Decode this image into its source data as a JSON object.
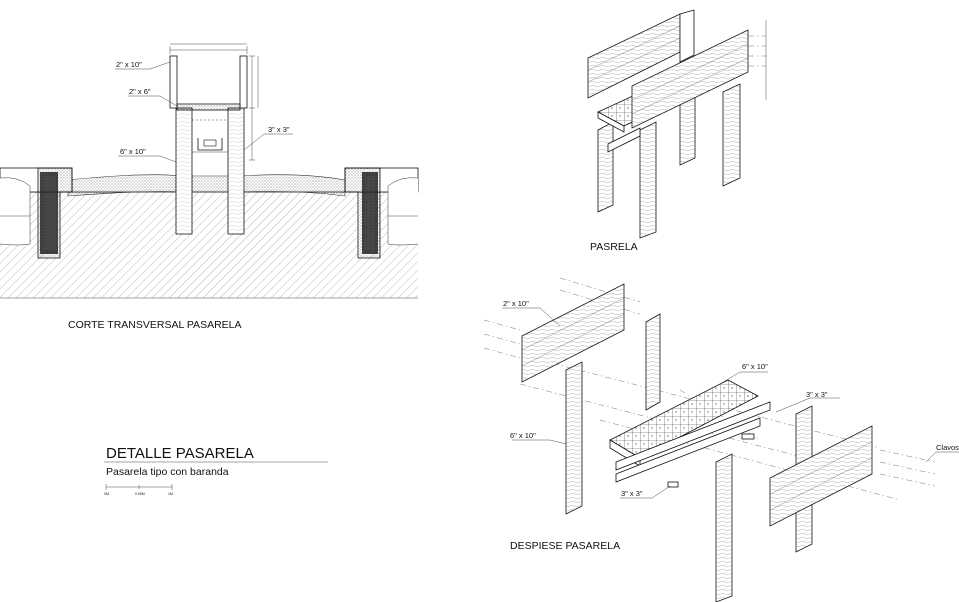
{
  "drawing": {
    "title": "DETALLE PASARELA",
    "subtitle": "Pasarela tipo con baranda",
    "scale_marks": [
      "0M.",
      "0.05M.",
      "1M."
    ]
  },
  "views": {
    "section": {
      "caption": "CORTE TRANSVERSAL PASARELA",
      "labels": [
        "2\" x 10\"",
        "2\" x 6\"",
        "6\" x 10\"",
        "3\" x 3\""
      ]
    },
    "isometric": {
      "caption": "PASRELA"
    },
    "exploded": {
      "caption": "DESPIESE PASARELA",
      "labels": [
        "2\" x 10\"",
        "6\" x 10\"",
        "3\" x 3\"",
        "6\" x 10\"",
        "3\" x 3\"",
        "Clavos"
      ]
    }
  }
}
